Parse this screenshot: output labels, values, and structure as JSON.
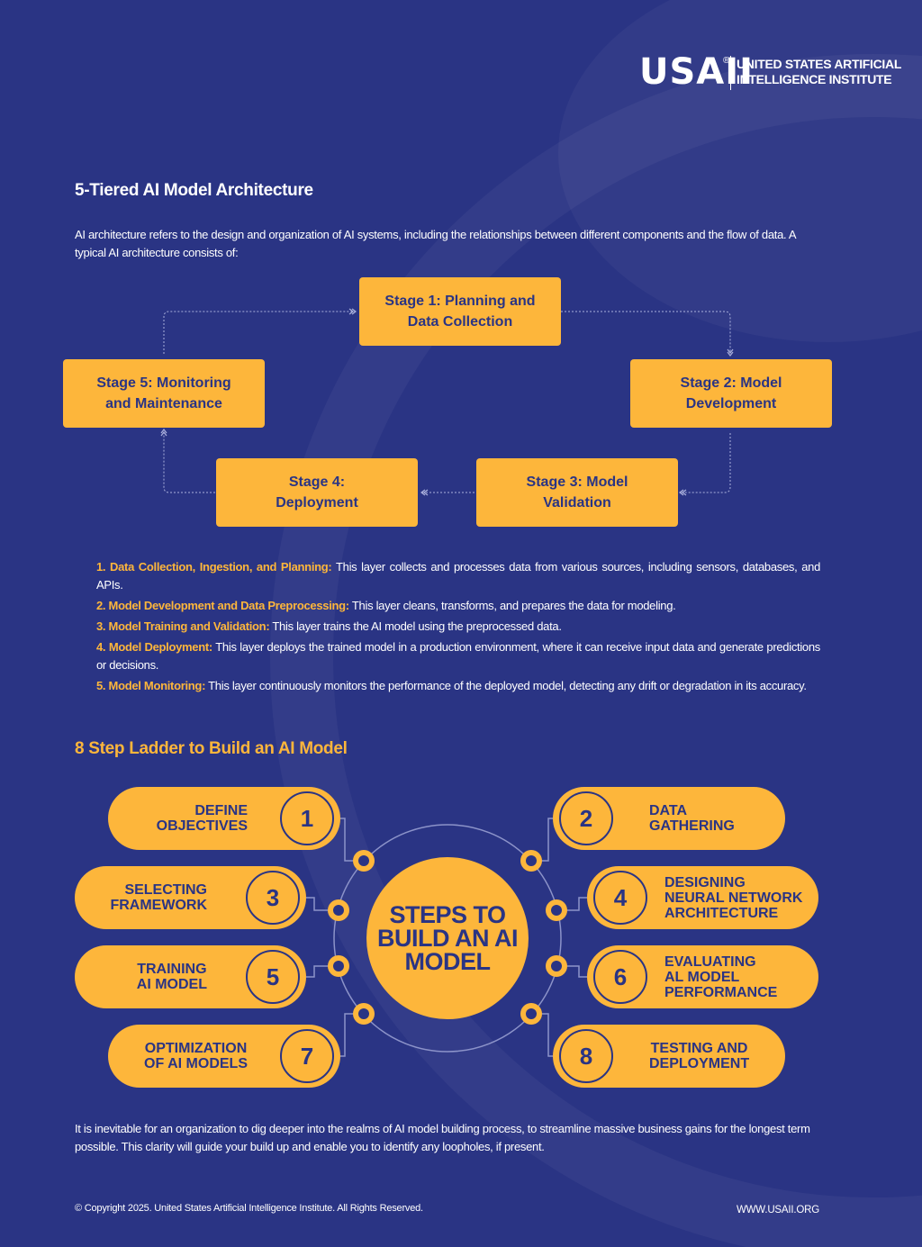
{
  "logo": {
    "mark": "USAII",
    "registered": "®",
    "line1": "UNITED STATES ARTIFICIAL",
    "line2": "INTELLIGENCE INSTITUTE"
  },
  "architecture": {
    "title": "5-Tiered AI Model Architecture",
    "intro": "AI architecture refers to the design and organization of AI systems, including the relationships between different components and the flow of data. A typical AI architecture consists of:",
    "stages": [
      "Stage 1: Planning and Data Collection",
      "Stage 2: Model Development",
      "Stage 3: Model Validation",
      "Stage 4: Deployment",
      "Stage 5: Monitoring and Maintenance"
    ],
    "layers": [
      {
        "label": "1. Data Collection, Ingestion, and Planning:",
        "text": " This layer collects and processes data from various sources, including sensors, databases, and APIs."
      },
      {
        "label": "2. Model Development and Data Preprocessing:",
        "text": " This layer cleans, transforms, and prepares the data for modeling."
      },
      {
        "label": "3. Model Training and Validation:",
        "text": " This layer trains the AI model using the preprocessed data."
      },
      {
        "label": "4. Model Deployment:",
        "text": " This layer deploys the trained model in a production environment, where it can receive input data and generate predictions or decisions."
      },
      {
        "label": "5. Model Monitoring:",
        "text": " This layer continuously monitors the performance of the deployed model, detecting any drift or degradation in its accuracy."
      }
    ]
  },
  "ladder": {
    "title": "8 Step Ladder to Build an AI Model",
    "center": "STEPS TO BUILD AN AI MODEL",
    "steps": [
      {
        "num": "1",
        "label_lines": [
          "DEFINE",
          "OBJECTIVES"
        ]
      },
      {
        "num": "2",
        "label_lines": [
          "DATA",
          "GATHERING"
        ]
      },
      {
        "num": "3",
        "label_lines": [
          "SELECTING",
          "FRAMEWORK"
        ]
      },
      {
        "num": "4",
        "label_lines": [
          "DESIGNING",
          "NEURAL NETWORK",
          "ARCHITECTURE"
        ]
      },
      {
        "num": "5",
        "label_lines": [
          "TRAINING",
          "AI MODEL"
        ]
      },
      {
        "num": "6",
        "label_lines": [
          "EVALUATING",
          "AL MODEL",
          "PERFORMANCE"
        ]
      },
      {
        "num": "7",
        "label_lines": [
          "OPTIMIZATION",
          "OF AI MODELS"
        ]
      },
      {
        "num": "8",
        "label_lines": [
          "TESTING AND",
          "DEPLOYMENT"
        ]
      }
    ]
  },
  "closing": "It is inevitable for an organization to dig deeper into the realms of AI model building process, to streamline massive business gains for the longest term possible. This clarity will guide your build up and enable you to identify any loopholes, if present.",
  "footer": {
    "copyright": "© Copyright 2025. United States Artificial Intelligence Institute. All Rights Reserved.",
    "website": "WWW.USAII.ORG"
  },
  "colors": {
    "background": "#2a3484",
    "accent": "#fdb63b"
  }
}
